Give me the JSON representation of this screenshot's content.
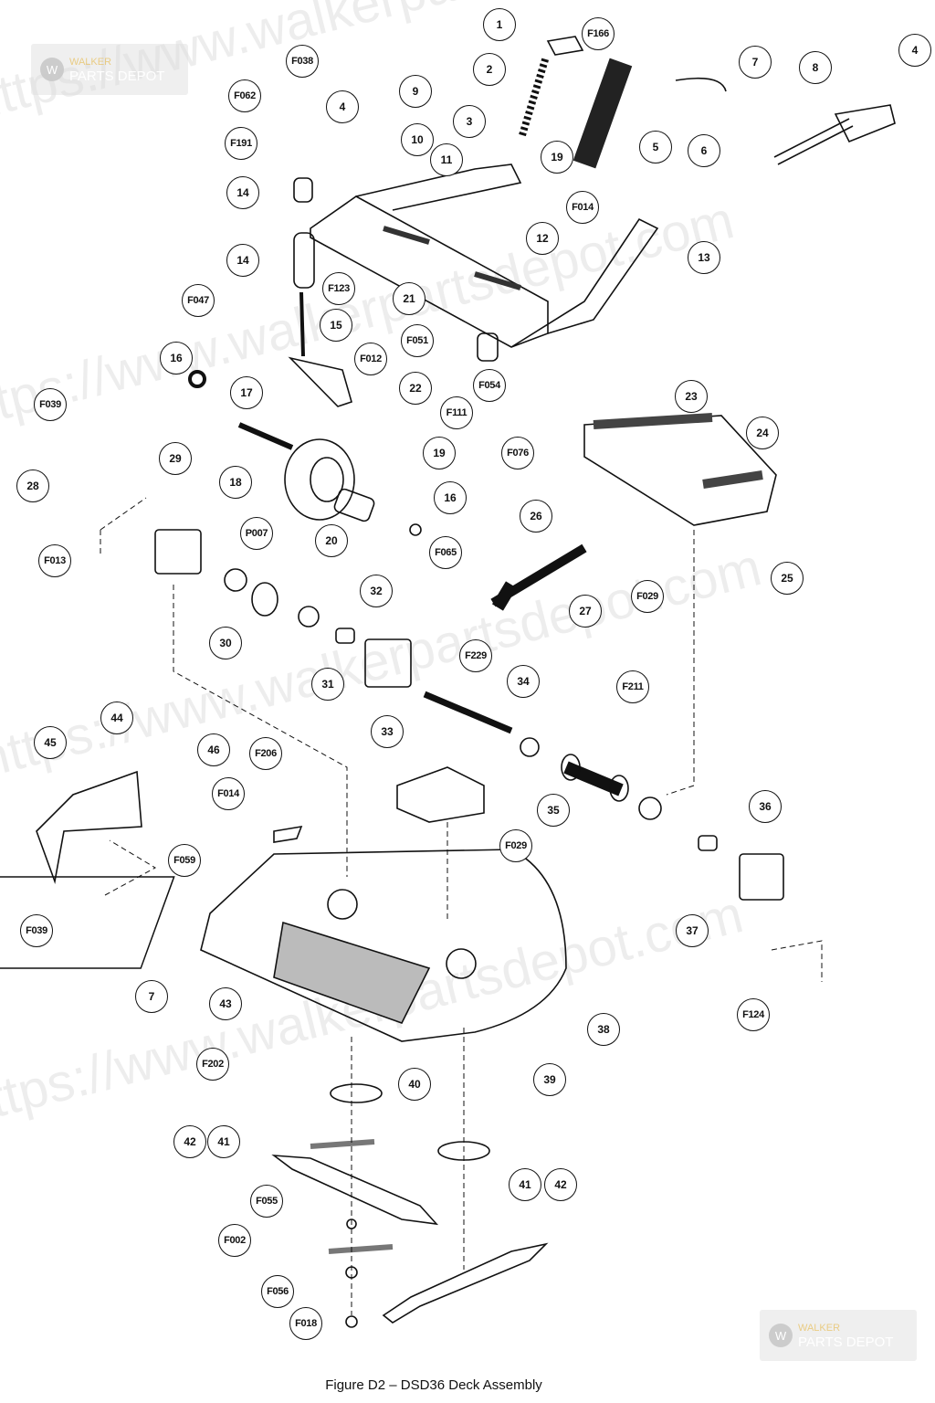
{
  "caption": "Figure D2 – DSD36 Deck Assembly",
  "watermark": {
    "url_text": "https://www.walkerpartsdepot.com",
    "logo_top": "WALKER",
    "logo_bottom": "PARTS DEPOT"
  },
  "callouts": [
    "1",
    "F166",
    "2",
    "7",
    "8",
    "4",
    "F038",
    "9",
    "F062",
    "4",
    "3",
    "10",
    "F191",
    "5",
    "6",
    "11",
    "19",
    "14",
    "F014",
    "12",
    "13",
    "14",
    "F123",
    "21",
    "F047",
    "15",
    "F051",
    "F012",
    "16",
    "22",
    "F054",
    "23",
    "F111",
    "17",
    "F039",
    "24",
    "19",
    "F076",
    "29",
    "18",
    "28",
    "16",
    "20",
    "26",
    "P007",
    "F065",
    "F013",
    "25",
    "F029",
    "27",
    "30",
    "32",
    "31",
    "F229",
    "34",
    "F211",
    "45",
    "44",
    "33",
    "46",
    "F206",
    "F014",
    "35",
    "36",
    "F029",
    "F059",
    "37",
    "F039",
    "7",
    "43",
    "F124",
    "38",
    "F202",
    "39",
    "40",
    "42",
    "41",
    "41",
    "42",
    "F055",
    "F002",
    "F056",
    "F018"
  ]
}
